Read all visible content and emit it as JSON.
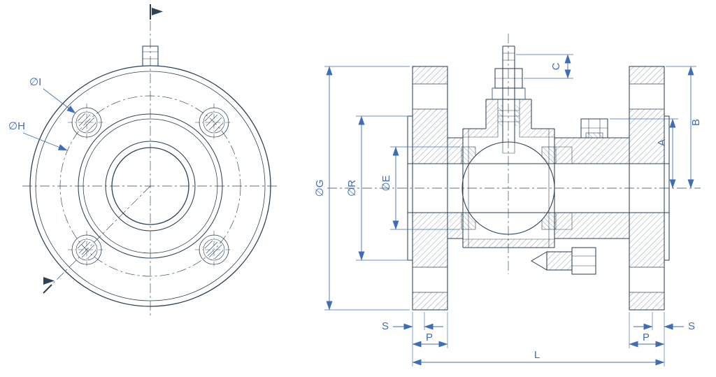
{
  "colors": {
    "drawing_line": "#2c4257",
    "dimension": "#3f6eb5",
    "background": "#ffffff"
  },
  "labels": {
    "I": "∅I",
    "H": "∅H",
    "G": "∅G",
    "R": "∅R",
    "E": "∅E",
    "C": "C",
    "B": "B",
    "A": "A",
    "S_left": "S",
    "P_left": "P",
    "S_right": "S",
    "P_right": "P",
    "L": "L"
  }
}
